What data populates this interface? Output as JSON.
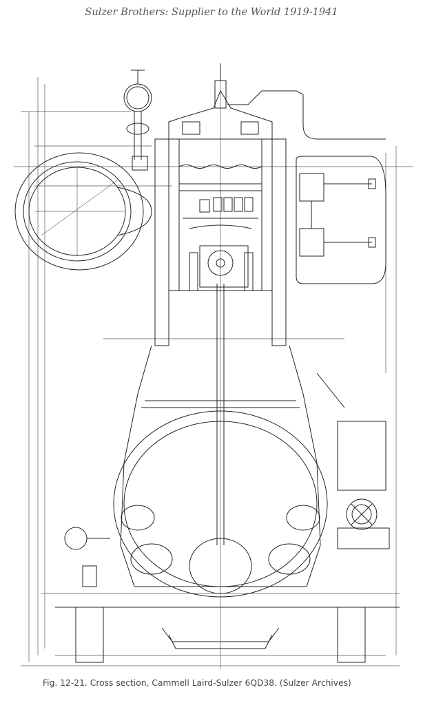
{
  "page": {
    "running_head": "Sulzer Brothers: Supplier to the World 1919-1941",
    "figure": {
      "subject": "engine-cross-section-drawing",
      "caption": "Fig. 12-21.  Cross section, Cammell Laird-Sulzer 6QD38.  (Sulzer Archives)"
    }
  }
}
